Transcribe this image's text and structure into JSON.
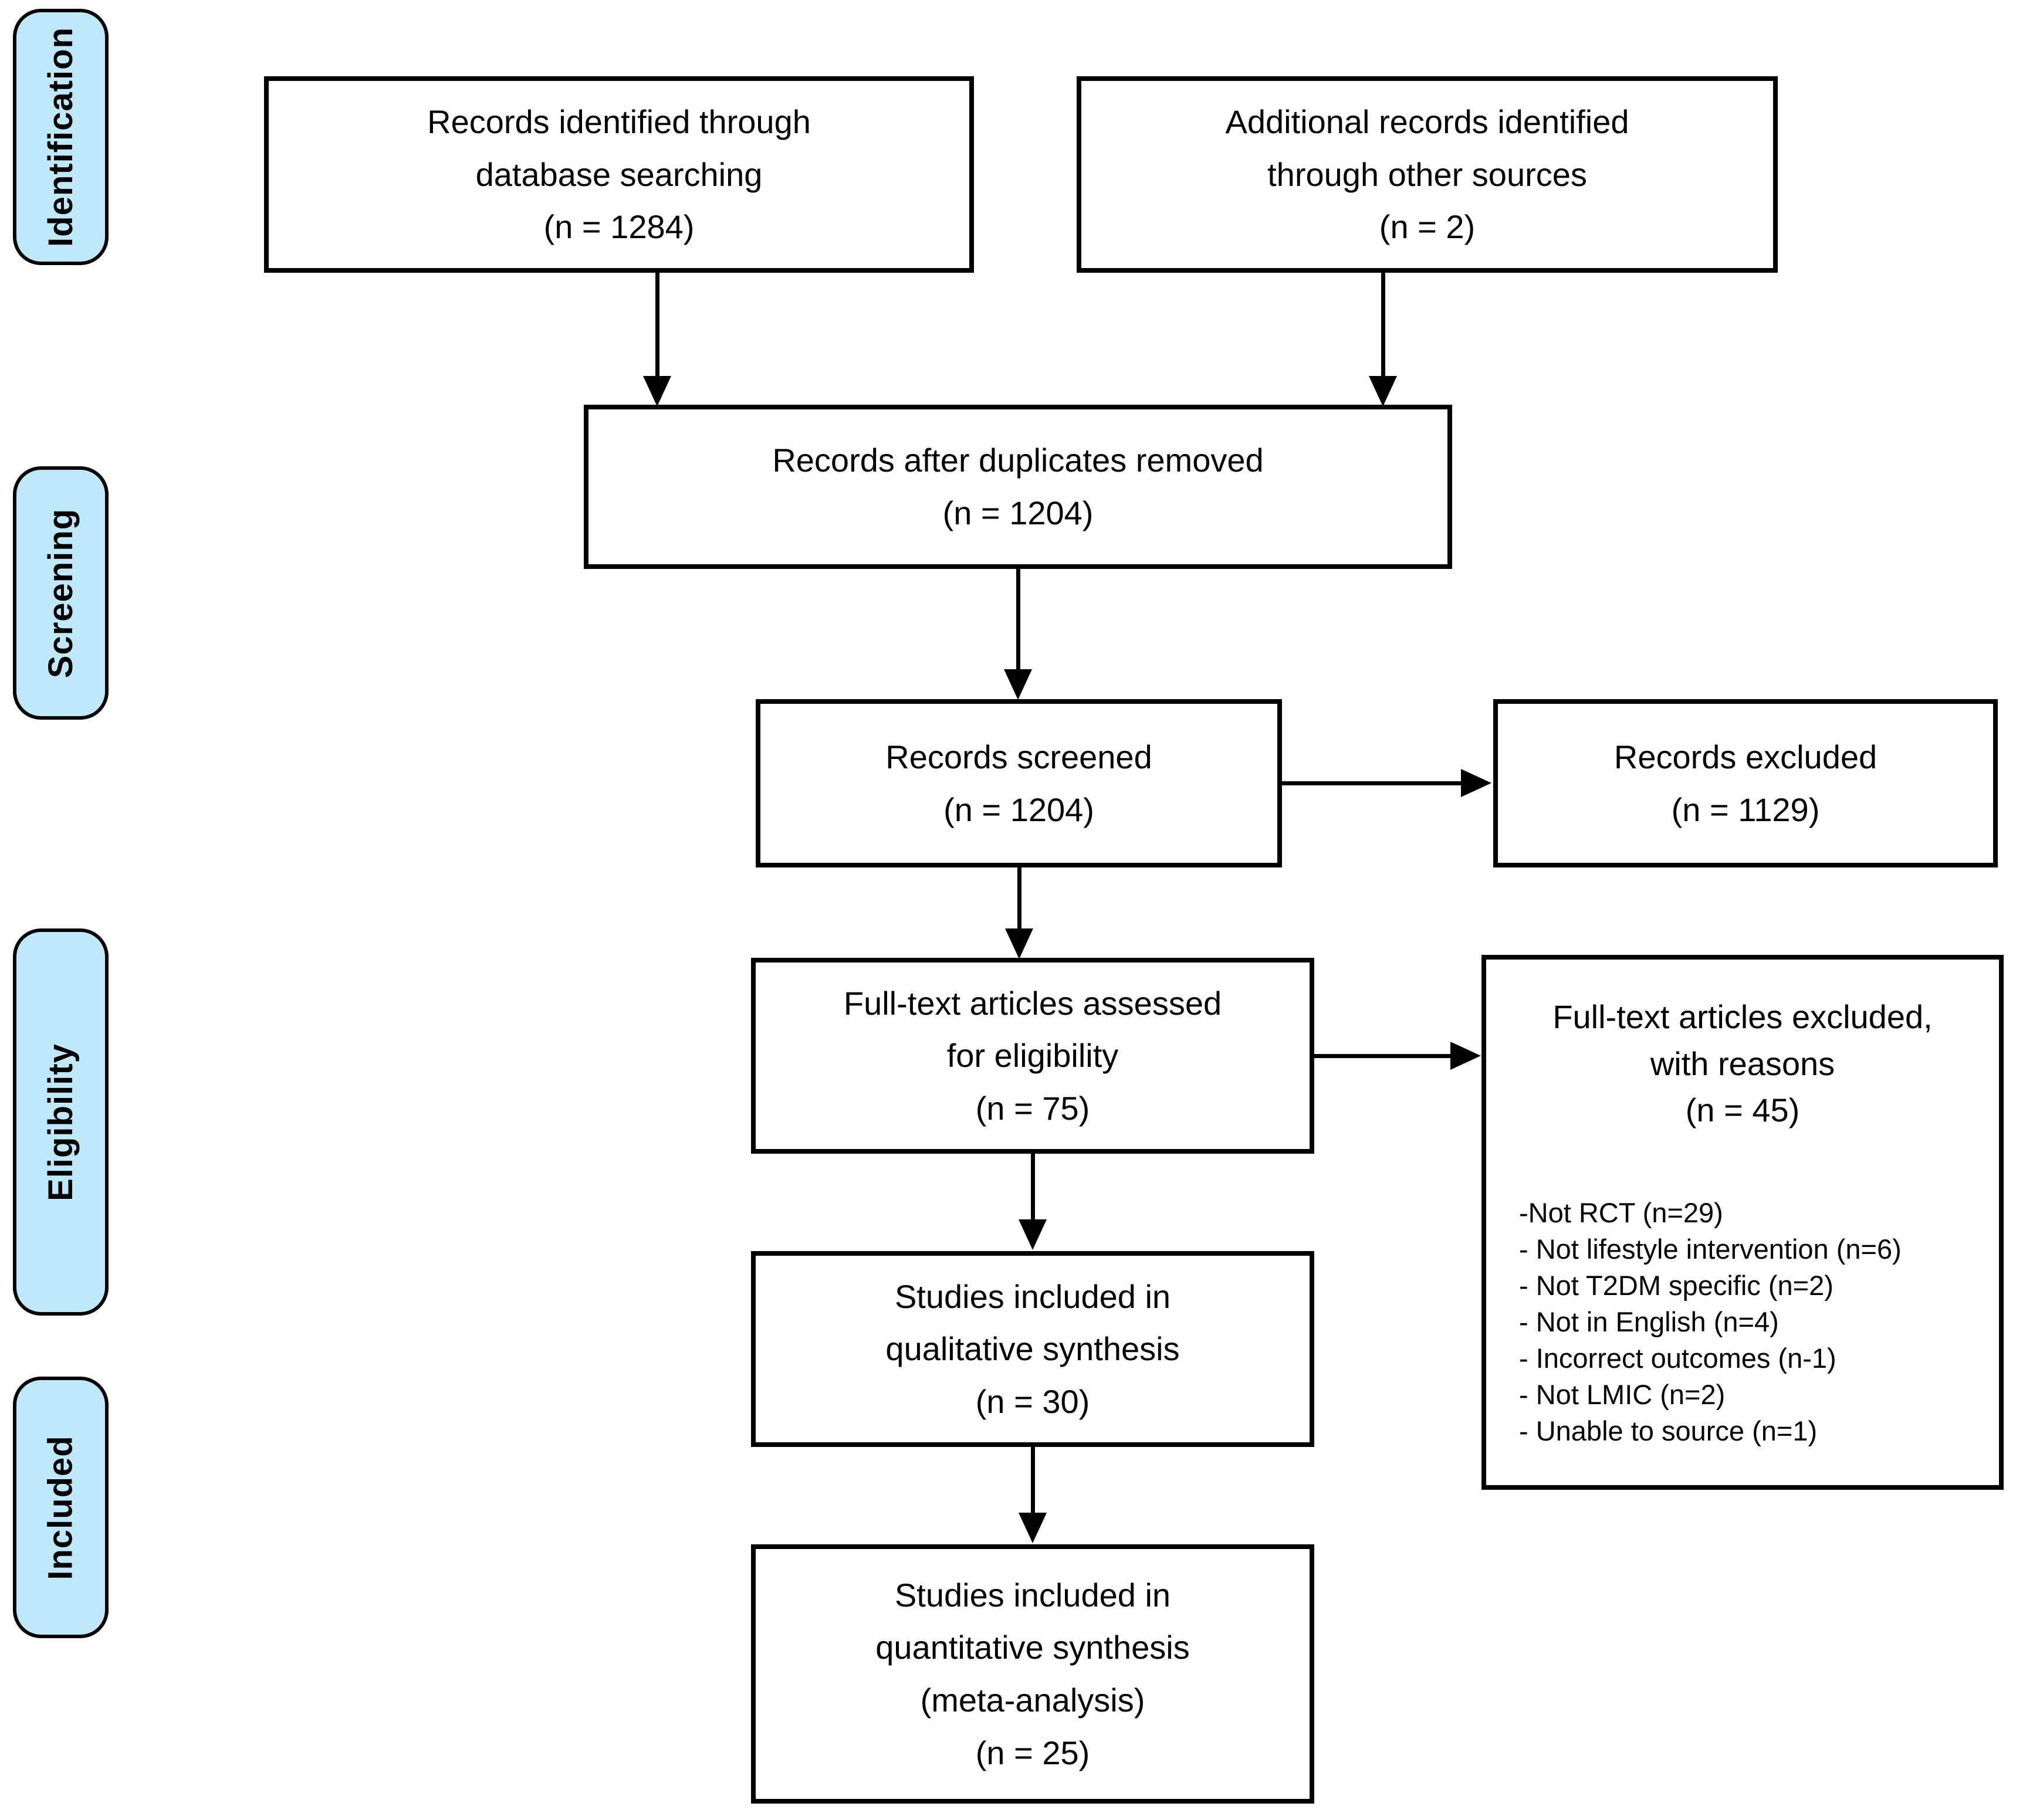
{
  "colors": {
    "stage_fill": "#BFE8FB",
    "line_color": "#000000",
    "box_fill": "#FFFFFF",
    "background": "#FFFFFF"
  },
  "stages": [
    {
      "label": "Identification"
    },
    {
      "label": "Screening"
    },
    {
      "label": "Eligibility"
    },
    {
      "label": "Included"
    }
  ],
  "boxes": {
    "records_identified": {
      "lines": [
        "Records identified through",
        "database searching",
        "(n = 1284)"
      ]
    },
    "additional_records": {
      "lines": [
        "Additional records identified",
        "through other sources",
        "(n = 2)"
      ]
    },
    "duplicates_removed": {
      "lines": [
        "Records after duplicates removed",
        "(n = 1204)"
      ]
    },
    "records_screened": {
      "lines": [
        "Records screened",
        "(n = 1204)"
      ]
    },
    "records_excluded": {
      "lines": [
        "Records excluded",
        "(n = 1129)"
      ]
    },
    "fulltext_assessed": {
      "lines": [
        "Full-text articles assessed",
        "for eligibility",
        "(n = 75)"
      ]
    },
    "fulltext_excluded": {
      "title_lines": [
        "Full-text articles excluded,",
        "with reasons",
        "(n = 45)"
      ],
      "reasons": [
        "-Not RCT (n=29)",
        "- Not lifestyle intervention (n=6)",
        "- Not T2DM specific (n=2)",
        "- Not in English (n=4)",
        "- Incorrect outcomes (n-1)",
        "- Not LMIC (n=2)",
        "- Unable to source (n=1)"
      ]
    },
    "qualitative_synthesis": {
      "lines": [
        "Studies included in",
        "qualitative synthesis",
        "(n = 30)"
      ]
    },
    "quantitative_synthesis": {
      "lines": [
        "Studies included in",
        "quantitative synthesis",
        "(meta-analysis)",
        "(n = 25)"
      ]
    }
  }
}
